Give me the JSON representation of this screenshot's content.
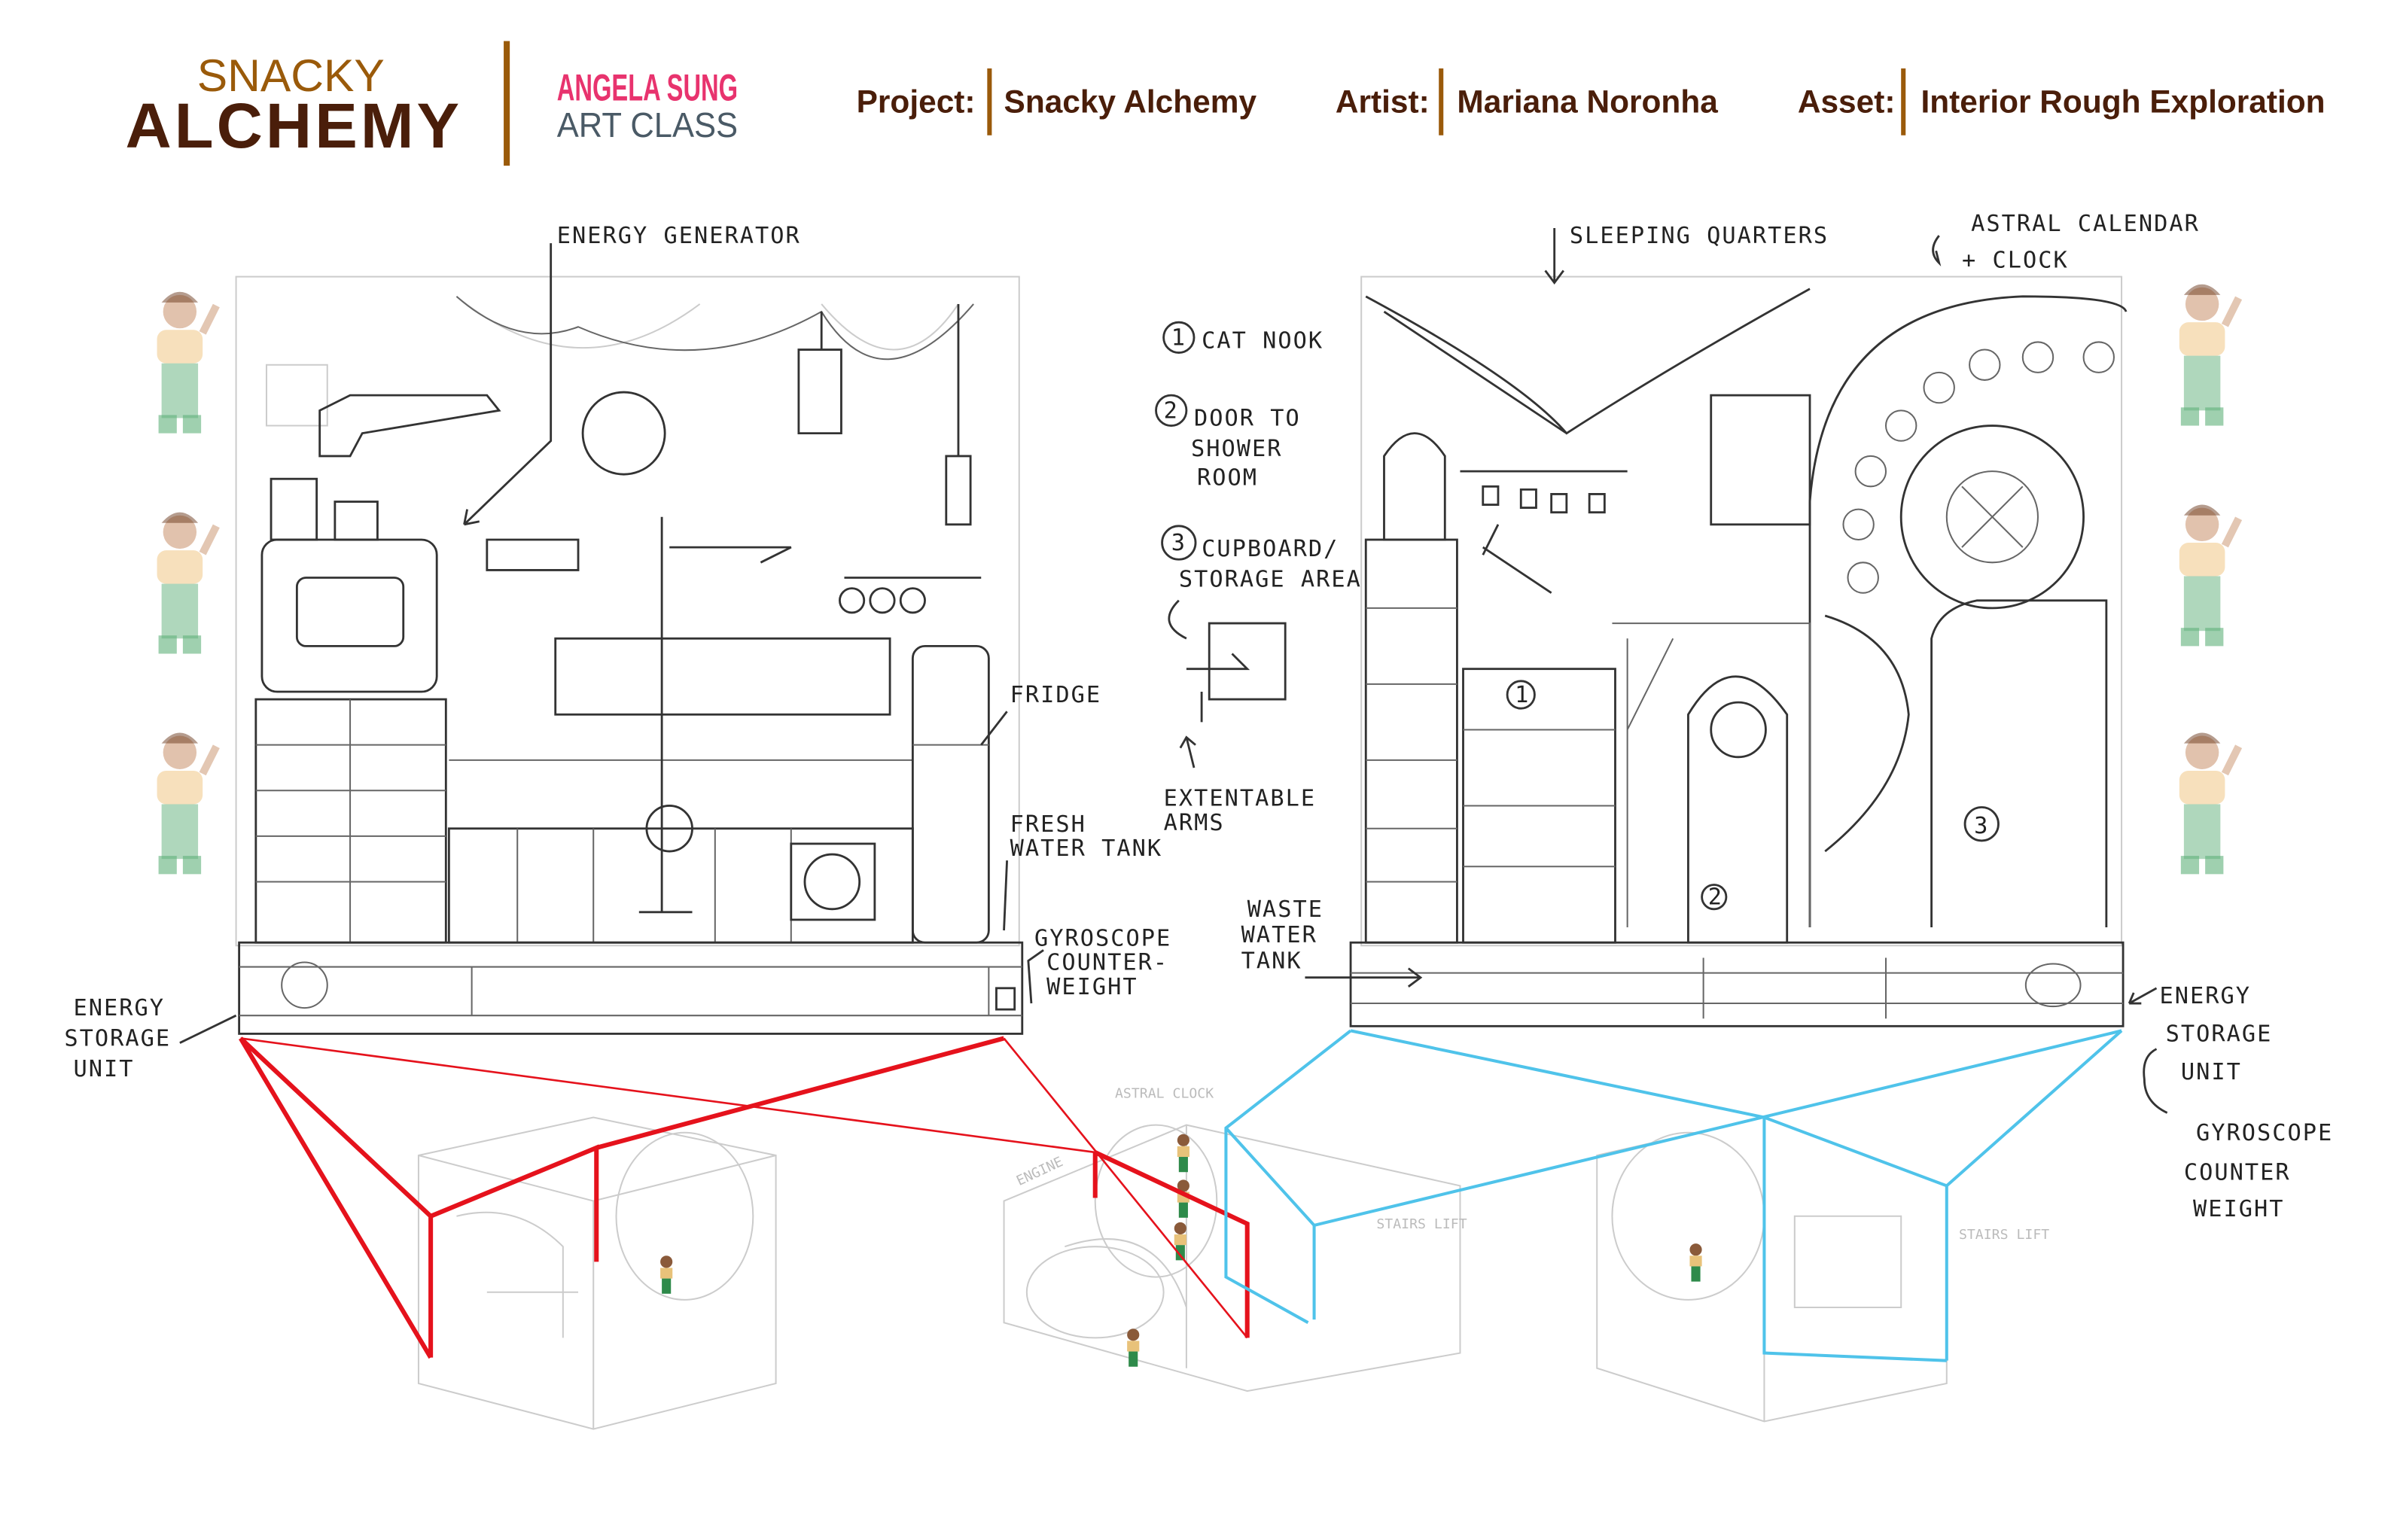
{
  "header": {
    "logo": {
      "line1": "SNACKY",
      "line2": "ALCHEMY"
    },
    "class": {
      "name": "ANGELA SUNG",
      "subtitle": "ART CLASS"
    },
    "fields": [
      {
        "label": "Project:",
        "value": "Snacky Alchemy"
      },
      {
        "label": "Artist:",
        "value": "Mariana Noronha"
      },
      {
        "label": "Asset:",
        "value": "Interior Rough Exploration"
      }
    ]
  },
  "colors": {
    "brown_dark": "#4a1e0a",
    "brown_gold": "#9a5a0a",
    "pink": "#e8336e",
    "slate": "#4a5a66",
    "red": "#e5121c",
    "blue": "#4fc3ea"
  },
  "left_sketch": {
    "labels": {
      "energy_generator": "ENERGY GENERATOR",
      "fridge": "FRIDGE",
      "fresh_water_1": "FRESH",
      "fresh_water_2": "WATER TANK",
      "gyro_1": "GYROSCOPE",
      "gyro_2": "COUNTER-",
      "gyro_3": "WEIGHT",
      "energy_storage_1": "ENERGY",
      "energy_storage_2": "STORAGE",
      "energy_storage_3": "UNIT"
    }
  },
  "legend": {
    "items": [
      {
        "num": "1",
        "lines": [
          "CAT NOOK"
        ]
      },
      {
        "num": "2",
        "lines": [
          "DOOR TO",
          "SHOWER",
          "ROOM"
        ]
      },
      {
        "num": "3",
        "lines": [
          "CUPBOARD/",
          "STORAGE AREA"
        ]
      }
    ],
    "extendable_1": "EXTENTABLE",
    "extendable_2": "ARMS"
  },
  "right_sketch": {
    "labels": {
      "sleeping": "SLEEPING QUARTERS",
      "astral_1": "ASTRAL CALENDAR",
      "astral_2": "+ CLOCK",
      "waste_1": "WASTE",
      "waste_2": "WATER",
      "waste_3": "TANK",
      "energy_1": "ENERGY",
      "energy_2": "STORAGE",
      "energy_3": "UNIT",
      "gyro_1": "GYROSCOPE",
      "gyro_2": "COUNTER",
      "gyro_3": "WEIGHT"
    },
    "markers": [
      "1",
      "2",
      "3"
    ]
  },
  "thumbnails": {
    "astral_clock": "ASTRAL CLOCK",
    "engine": "ENGINE",
    "stairs_lift_1": "STAIRS LIFT",
    "stairs_lift_2": "STAIRS LIFT"
  }
}
